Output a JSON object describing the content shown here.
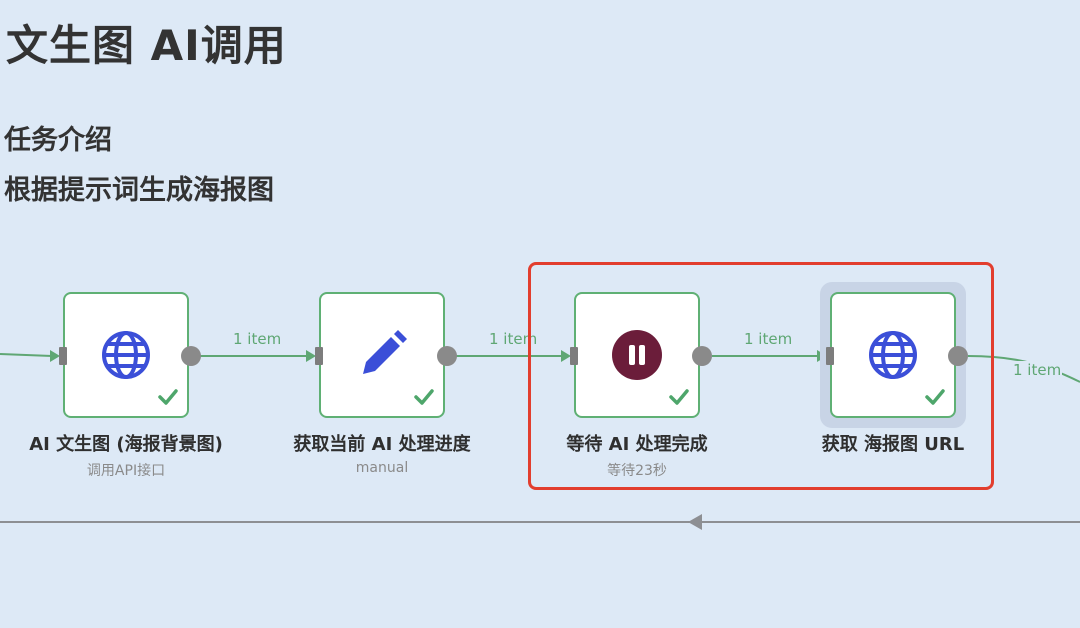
{
  "page": {
    "title": "文生图 AI调用",
    "subtitle1": "任务介绍",
    "subtitle2": "根据提示词生成海报图"
  },
  "nodes": [
    {
      "label": "AI 文生图 (海报背景图)",
      "subtitle": "调用API接口",
      "icon": "globe-icon"
    },
    {
      "label": "获取当前 AI 处理进度",
      "subtitle": "manual",
      "icon": "pencil-icon"
    },
    {
      "label": "等待 AI 处理完成",
      "subtitle": "等待23秒",
      "icon": "pause-icon"
    },
    {
      "label": "获取 海报图 URL",
      "subtitle": "",
      "icon": "globe-icon"
    }
  ],
  "connections": [
    "1 item",
    "1 item",
    "1 item",
    "1 item"
  ],
  "colors": {
    "background": "#dde9f6",
    "node_border": "#5fb074",
    "icon_blue": "#3b4fd8",
    "pause_red": "#6b1d3a",
    "selection": "#e23e2e",
    "connector": "#5fa774"
  }
}
